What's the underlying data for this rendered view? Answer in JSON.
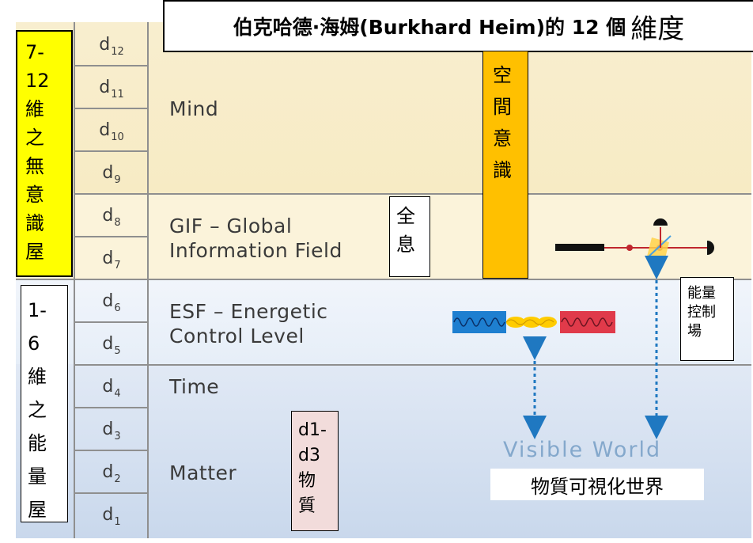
{
  "title": {
    "main": "伯克哈德·海姆(Burkhard Heim)的 12 個",
    "suffix": "維度"
  },
  "dimensions": [
    {
      "base": "d",
      "sub": "12"
    },
    {
      "base": "d",
      "sub": "11"
    },
    {
      "base": "d",
      "sub": "10"
    },
    {
      "base": "d",
      "sub": "9"
    },
    {
      "base": "d",
      "sub": "8"
    },
    {
      "base": "d",
      "sub": "7"
    },
    {
      "base": "d",
      "sub": "6"
    },
    {
      "base": "d",
      "sub": "5"
    },
    {
      "base": "d",
      "sub": "4"
    },
    {
      "base": "d",
      "sub": "3"
    },
    {
      "base": "d",
      "sub": "2"
    },
    {
      "base": "d",
      "sub": "1"
    }
  ],
  "levels": {
    "mind": "Mind",
    "gif": "GIF – Global\nInformation Field",
    "esf": "ESF – Energetic\nControl Level",
    "time": "Time",
    "matter": "Matter"
  },
  "annotations": {
    "unconscious": "7-\n12\n維\n之\n無\n意\n識\n屋",
    "energy": "1-\n6\n維\n之\n能\n量\n屋",
    "space_consciousness": "空\n間\n意\n識",
    "hologram": "全\n息",
    "control_field": "能量\n控制\n場",
    "d1_d3": "d1-\nd3\n物\n質",
    "visible_world": "Visible World",
    "visible_world_cn": "物質可視化世界"
  },
  "colors": {
    "yellow": "#ffff00",
    "orange": "#ffc000",
    "pink": "#f2dcdb",
    "wave_blue": "#1e7fd0",
    "wave_red": "#e03a4a",
    "wave_yellow": "#ffcc00",
    "arrow_blue": "#1f78c1"
  }
}
